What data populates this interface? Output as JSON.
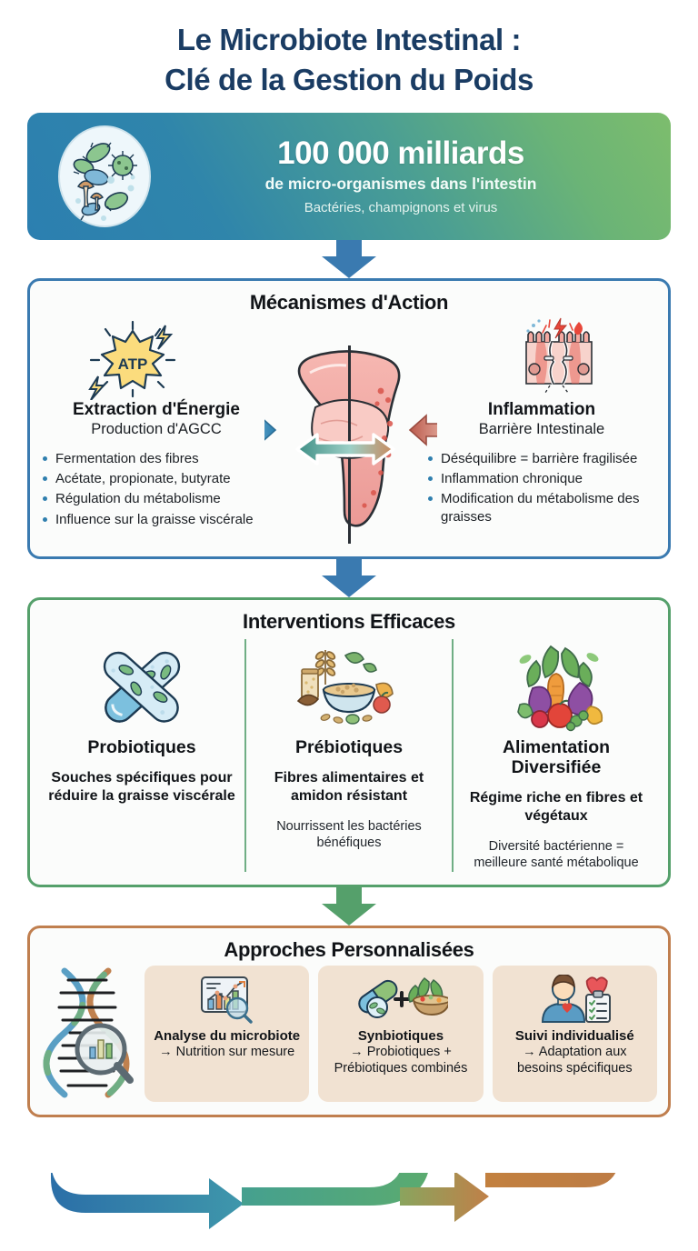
{
  "title": {
    "line1": "Le Microbiote Intestinal :",
    "line2": "Clé de la Gestion du Poids",
    "color": "#1a3c63"
  },
  "hero": {
    "icon": "petri-dish-microbes-icon",
    "big": "100 000 milliards",
    "mid": "de micro-organismes dans l'intestin",
    "small": "Bactéries, champignons et virus",
    "gradient_from": "#2c7fb0",
    "gradient_to": "#7dbd6d"
  },
  "connectors": {
    "arrow1_color": "#3a7ab0",
    "arrow2_color": "#3a7ab0",
    "arrow3_color": "#55a06b"
  },
  "mechanisms": {
    "border_color": "#3a7ab0",
    "title": "Mécanismes d'Action",
    "center_icon": "intestine-illustration",
    "left": {
      "icon": "atp-energy-burst-icon",
      "heading": "Extraction d'Énergie",
      "subheading": "Production d'AGCC",
      "bullets": [
        "Fermentation des fibres",
        "Acétate, propionate, butyrate",
        "Régulation du métabolisme",
        "Influence sur la graisse viscérale"
      ]
    },
    "right": {
      "icon": "inflamed-gut-barrier-icon",
      "heading": "Inflammation",
      "subheading": "Barrière Intestinale",
      "bullets": [
        "Déséquilibre = barrière fragilisée",
        "Inflammation chronique",
        "Modification du métabolisme des graisses"
      ]
    }
  },
  "interventions": {
    "border_color": "#55a06b",
    "title": "Interventions Efficaces",
    "columns": [
      {
        "icon": "capsule-probiotic-icon",
        "heading": "Probiotiques",
        "strong": "Souches spécifiques pour réduire la graisse viscérale",
        "sub": ""
      },
      {
        "icon": "grains-bowl-fiber-icon",
        "heading": "Prébiotiques",
        "strong": "Fibres alimentaires et amidon résistant",
        "sub": "Nourrissent les bactéries bénéfiques"
      },
      {
        "icon": "vegetables-bunch-icon",
        "heading": "Alimentation Diversifiée",
        "strong": "Régime riche en fibres et végétaux",
        "sub": "Diversité bactérienne = meilleure santé métabolique"
      }
    ]
  },
  "personalized": {
    "border_color": "#c07f4f",
    "title": "Approches Personnalisées",
    "side_icon": "dna-magnifier-icon",
    "card_bg": "#f1e2d2",
    "cards": [
      {
        "icon": "chart-analysis-magnifier-icon",
        "heading": "Analyse du microbiote",
        "text": "→ Nutrition sur mesure"
      },
      {
        "icon": "capsule-plus-bowl-icon",
        "heading": "Synbiotiques",
        "text": "→ Probiotiques + Prébiotiques combinés"
      },
      {
        "icon": "person-heart-checklist-icon",
        "heading": "Suivi individualisé",
        "text": "→ Adaptation aux besoins spécifiques"
      }
    ]
  },
  "footer": {
    "ribbon_icon": "flow-ribbon-arrows",
    "color_start": "#2e7fb5",
    "color_mid": "#56a86f",
    "color_end": "#c07f4f"
  }
}
